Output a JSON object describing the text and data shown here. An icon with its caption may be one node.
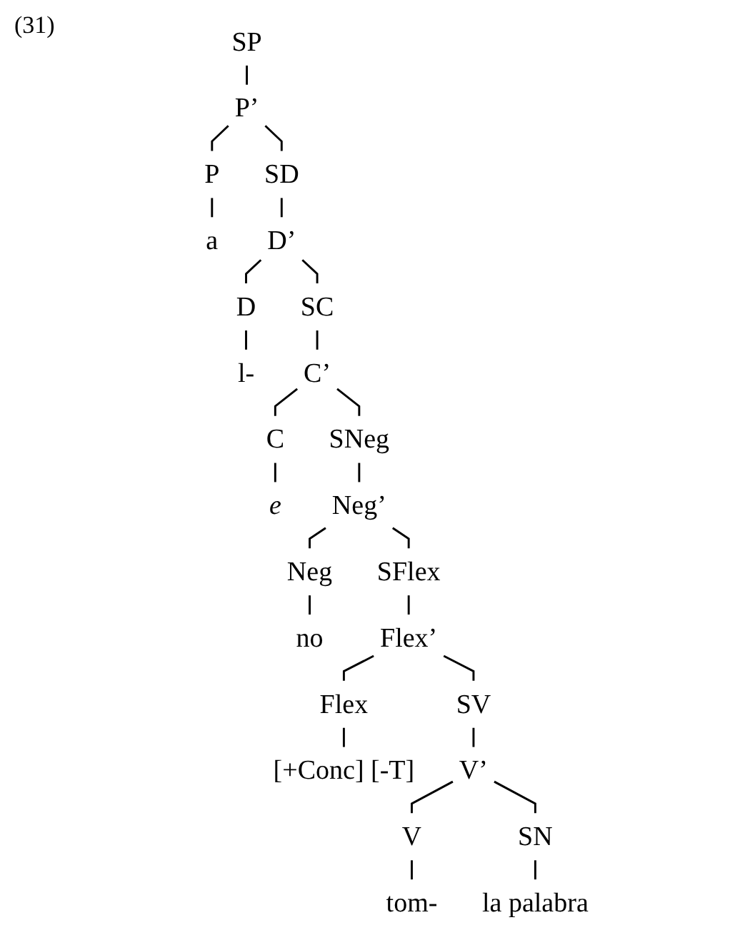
{
  "diagram": {
    "nodes": [
      {
        "text": [
          "SP"
        ]
      },
      {
        "text": [
          "P’"
        ]
      },
      {
        "text": [
          "P"
        ]
      },
      {
        "text": [
          "SD"
        ]
      },
      {
        "text": [
          "a"
        ]
      },
      {
        "text": [
          "D’"
        ]
      },
      {
        "text": [
          "D"
        ]
      },
      {
        "text": [
          "SC"
        ]
      },
      {
        "text": [
          "l-"
        ]
      },
      {
        "text": [
          "C’"
        ]
      },
      {
        "text": [
          "C"
        ]
      },
      {
        "text": [
          "SNeg"
        ]
      },
      {
        "text": [
          "e"
        ]
      },
      {
        "text": [
          "Neg’"
        ]
      },
      {
        "text": [
          "Neg"
        ]
      },
      {
        "text": [
          "SFlex"
        ]
      },
      {
        "text": [
          "no"
        ]
      },
      {
        "text": [
          "Flex’"
        ]
      },
      {
        "text": [
          "Flex"
        ]
      },
      {
        "text": [
          "SV"
        ]
      },
      {
        "text": [
          "[+Conc] [-T]"
        ]
      },
      {
        "text": [
          "V’"
        ]
      },
      {
        "text": [
          "V"
        ]
      },
      {
        "text": [
          "SN"
        ]
      },
      {
        "text": [
          "tom-"
        ]
      },
      {
        "text": [
          "la palabra"
        ]
      }
    ],
    "edges": [
      {
        "from": 0,
        "to": 1,
        "arrow": "none"
      },
      {
        "from": 1,
        "to": 2,
        "arrow": "none"
      },
      {
        "from": 1,
        "to": 3,
        "arrow": "none"
      },
      {
        "from": 2,
        "to": 4,
        "arrow": "none"
      },
      {
        "from": 3,
        "to": 5,
        "arrow": "none"
      },
      {
        "from": 5,
        "to": 6,
        "arrow": "none"
      },
      {
        "from": 5,
        "to": 7,
        "arrow": "none"
      },
      {
        "from": 6,
        "to": 8,
        "arrow": "none"
      },
      {
        "from": 7,
        "to": 9,
        "arrow": "none"
      },
      {
        "from": 9,
        "to": 10,
        "arrow": "none"
      },
      {
        "from": 9,
        "to": 11,
        "arrow": "none"
      },
      {
        "from": 10,
        "to": 12,
        "arrow": "none"
      },
      {
        "from": 11,
        "to": 13,
        "arrow": "none"
      },
      {
        "from": 13,
        "to": 14,
        "arrow": "none"
      },
      {
        "from": 13,
        "to": 15,
        "arrow": "none"
      },
      {
        "from": 14,
        "to": 16,
        "arrow": "none"
      },
      {
        "from": 15,
        "to": 17,
        "arrow": "none"
      },
      {
        "from": 17,
        "to": 18,
        "arrow": "none"
      },
      {
        "from": 17,
        "to": 19,
        "arrow": "none"
      },
      {
        "from": 18,
        "to": 20,
        "arrow": "none"
      },
      {
        "from": 19,
        "to": 21,
        "arrow": "none"
      },
      {
        "from": 21,
        "to": 22,
        "arrow": "none"
      },
      {
        "from": 21,
        "to": 23,
        "arrow": "none"
      },
      {
        "from": 22,
        "to": 24,
        "arrow": "none"
      },
      {
        "from": 23,
        "to": 25,
        "arrow": "none"
      }
    ],
    "labels": [
      "(31)"
    ]
  }
}
